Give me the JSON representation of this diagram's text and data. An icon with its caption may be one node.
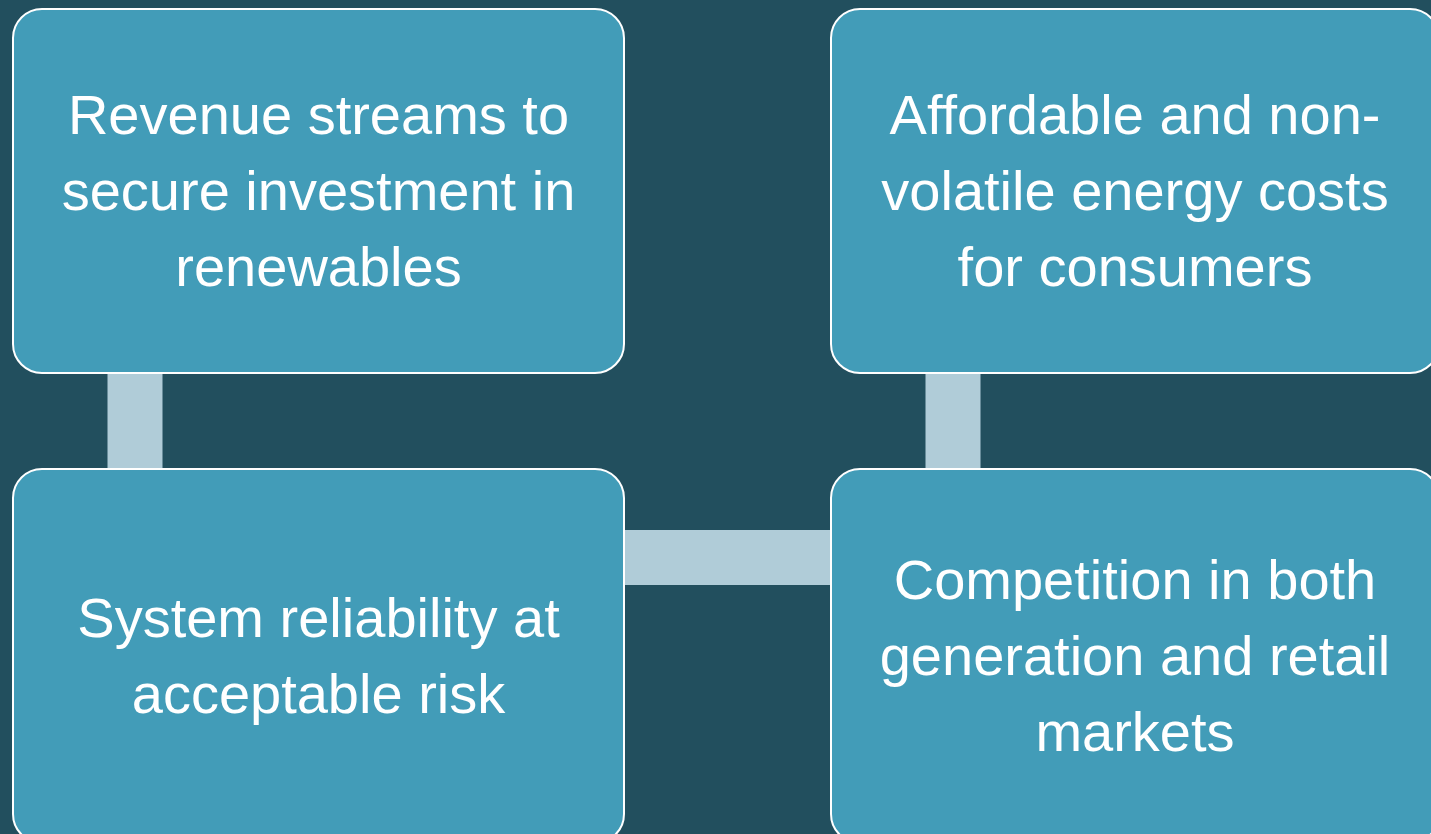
{
  "diagram": {
    "nodes": [
      {
        "text": [
          "Revenue streams to secure investment in renewables"
        ]
      },
      {
        "text": [
          "Affordable and non-volatile energy costs for consumers"
        ]
      },
      {
        "text": [
          "System reliability at acceptable risk"
        ]
      },
      {
        "text": [
          "Competition in both generation and retail markets"
        ]
      }
    ],
    "edges": [
      {
        "from": 0,
        "to": 2,
        "arrow": "none"
      },
      {
        "from": 1,
        "to": 3,
        "arrow": "none"
      },
      {
        "from": 2,
        "to": 3,
        "arrow": "none"
      }
    ]
  }
}
